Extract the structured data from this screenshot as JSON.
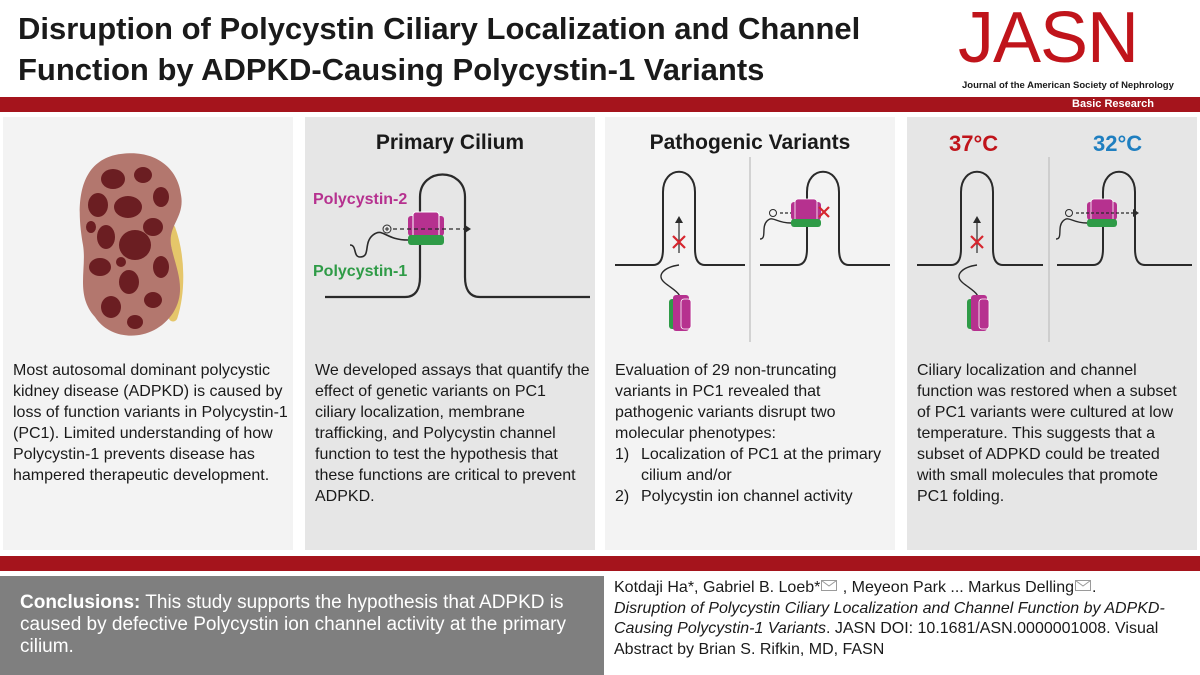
{
  "header": {
    "title_line1": "Disruption of Polycystin Ciliary Localization and Channel",
    "title_line2": "Function by ADPKD-Causing Polycystin-1 Variants",
    "logo_text": "JASN",
    "logo_subtitle": "Journal of the American Society of Nephrology",
    "section_badge": "Basic Research"
  },
  "colors": {
    "brand_red": "#c0141b",
    "bar_red": "#a5141c",
    "polycystin2_magenta": "#b6318f",
    "polycystin1_green": "#2f9b47",
    "temp_warm": "#c0141b",
    "temp_cool": "#1f7fc0",
    "conclusion_grey": "#7f7f7f"
  },
  "panels": [
    {
      "heading": "",
      "icon": "polycystic-kidney-illustration",
      "text": "Most autosomal dominant polycystic kidney disease (ADPKD) is caused by loss of function variants in Polycystin-1 (PC1). Limited understanding of how Polycystin-1 prevents disease has hampered therapeutic development."
    },
    {
      "heading": "Primary Cilium",
      "label_pc2": "Polycystin-2",
      "label_pc1": "Polycystin-1",
      "text": "We developed assays that quantify the effect of genetic variants on PC1 ciliary localization, membrane trafficking, and Polycystin channel function to test the hypothesis that these functions are critical to prevent ADPKD."
    },
    {
      "heading": "Pathogenic Variants",
      "text_intro": "Evaluation of 29 non-truncating variants in PC1 revealed that pathogenic variants disrupt two molecular phenotypes:",
      "items": [
        {
          "num": "1)",
          "text": "Localization of PC1 at the primary cilium and/or"
        },
        {
          "num": "2)",
          "text": "Polycystin ion channel activity"
        }
      ]
    },
    {
      "heading_warm": "37°C",
      "heading_cool": "32°C",
      "text": "Ciliary localization and channel function was restored when a subset of PC1 variants were cultured at low temperature. This suggests that a subset of ADPKD could be treated with small molecules that promote PC1 folding."
    }
  ],
  "conclusion": {
    "label": "Conclusions:",
    "text": " This study supports the hypothesis that ADPKD is caused by defective Polycystin ion channel activity at the primary cilium."
  },
  "citation": {
    "authors_a": "Kotdaji Ha*, Gabriel B. Loeb*",
    "authors_b": " , Meyeon Park ... Markus Delling",
    "authors_end": ".",
    "article_title": "Disruption of Polycystin Ciliary Localization and Channel Function by ADPKD-Causing Polycystin-1 Variants",
    "doi_text": ". JASN DOI: 10.1681/ASN.0000001008. Visual Abstract by Brian S. Rifkin, MD, FASN"
  }
}
